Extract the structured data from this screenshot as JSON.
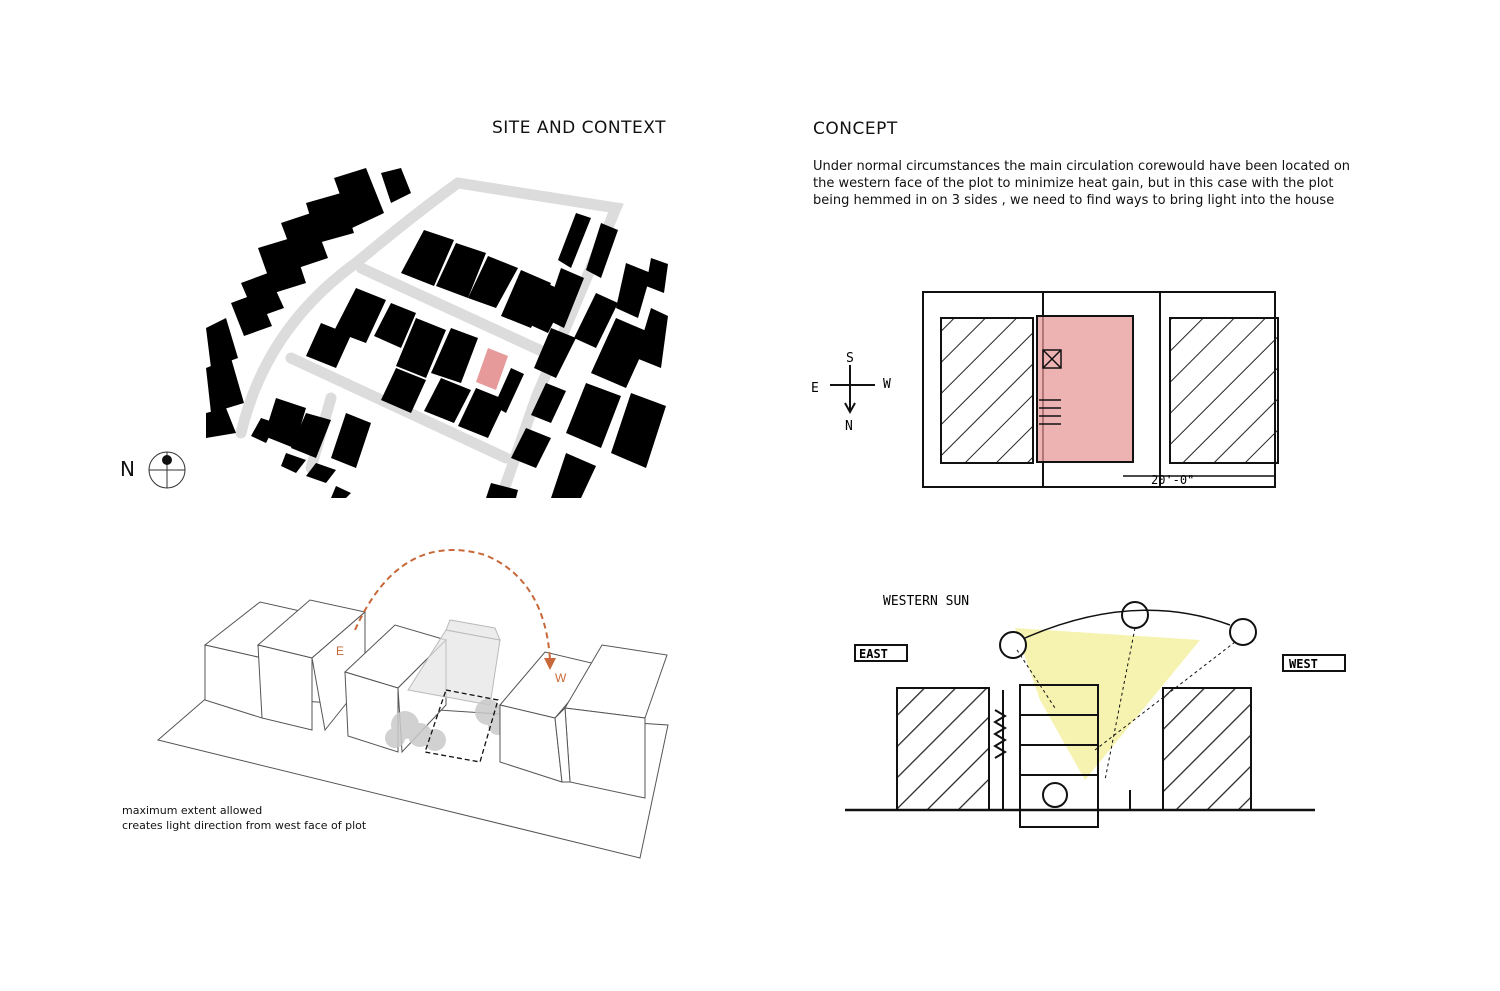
{
  "site": {
    "title": "SITE AND CONTEXT",
    "north_label": "N"
  },
  "concept": {
    "title": "CONCEPT",
    "paragraph": "Under normal circumstances the main circulation corewould have been located on the western face of the plot to minimize heat gain, but in this case with the plot being hemmed in on 3 sides , we need to find ways to bring light into the house"
  },
  "massing": {
    "east_label": "E",
    "west_label": "W",
    "caption_line1": "maximum extent allowed",
    "caption_line2": "creates light direction from west face of plot"
  },
  "sketch_plan": {
    "compass_s": "S",
    "compass_e": "E",
    "compass_w": "W",
    "compass_n": "N",
    "dimension": "20'-0\""
  },
  "sketch_section": {
    "sun_label": "WESTERN SUN",
    "east_label": "EAST",
    "west_label": "WEST"
  },
  "colors": {
    "plot_highlight": "#e79a9a",
    "arc_accent": "#c8683a",
    "sun_wedge": "#f6f3b0",
    "road": "#dcdcdc"
  }
}
